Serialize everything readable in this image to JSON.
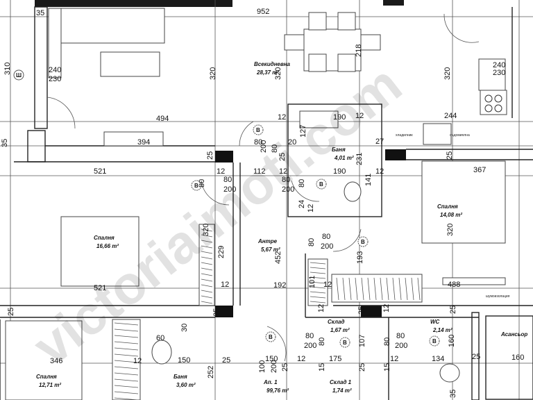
{
  "plan": {
    "watermark": "victoriaimoti.com",
    "rooms": [
      {
        "name": "Всекидневна",
        "area": "28,37 m²"
      },
      {
        "name": "Баня",
        "area": "4,01 m²"
      },
      {
        "name": "Спалня",
        "area": "14,08 m²"
      },
      {
        "name": "Спалня",
        "area": "16,66 m²"
      },
      {
        "name": "Антре",
        "area": "5,67 m²"
      },
      {
        "name": "Склад",
        "area": "1,67 m²"
      },
      {
        "name": "WC",
        "area": "2,14 m²"
      },
      {
        "name": "Спалня",
        "area": "12,71 m²"
      },
      {
        "name": "Баня",
        "area": "3,60 m²"
      },
      {
        "name": "Ап. 1",
        "area": "99,76 m²"
      },
      {
        "name": "Склад 1",
        "area": "1,74 m²"
      }
    ],
    "elevator_label": "Асансьор",
    "notes": [
      "шумоизолация",
      "хладилник",
      "съдомиялна"
    ],
    "door_tag": "B",
    "window_tag": "Ш",
    "dims": [
      "35",
      "952",
      "310",
      "240",
      "230",
      "320",
      "320",
      "218",
      "320",
      "240",
      "230",
      "494",
      "12",
      "190",
      "12",
      "244",
      "394",
      "80",
      "20",
      "127",
      "27",
      "35",
      "200",
      "80",
      "25",
      "25",
      "231",
      "25",
      "521",
      "12",
      "112",
      "12",
      "190",
      "12",
      "367",
      "80",
      "80",
      "200",
      "80",
      "200",
      "80",
      "141",
      "24",
      "12",
      "320",
      "229",
      "452",
      "80",
      "80",
      "200",
      "193",
      "320",
      "521",
      "12",
      "192",
      "101",
      "12",
      "488",
      "25",
      "25",
      "12",
      "25",
      "12",
      "25",
      "60",
      "30",
      "80",
      "200",
      "80",
      "107",
      "80",
      "80",
      "200",
      "160",
      "346",
      "12",
      "150",
      "25",
      "150",
      "12",
      "175",
      "12",
      "134",
      "25",
      "160",
      "252",
      "100",
      "200",
      "25",
      "15",
      "25",
      "15",
      "35"
    ]
  }
}
